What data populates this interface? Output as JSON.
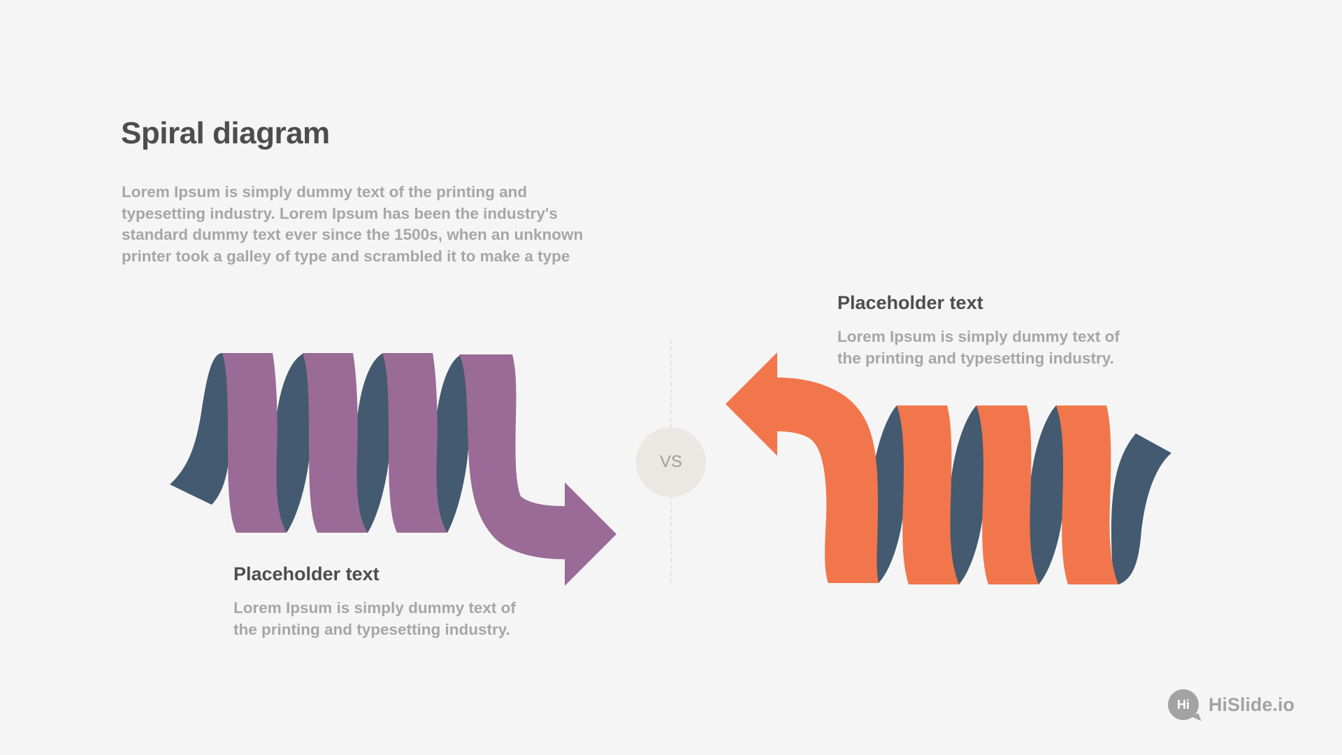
{
  "slide": {
    "title": "Spiral diagram",
    "intro": "Lorem Ipsum is simply dummy text of the printing and typesetting industry. Lorem Ipsum has been the industry's standard dummy text ever since the 1500s, when an unknown printer took a galley of type and scrambled it to make a type"
  },
  "left_block": {
    "title": "Placeholder text",
    "text": "Lorem Ipsum is simply dummy text of the printing and typesetting industry."
  },
  "right_block": {
    "title": "Placeholder text",
    "text": "Lorem Ipsum is simply dummy text of the printing and typesetting industry."
  },
  "vs_label": "VS",
  "colors": {
    "purple": "#9a6b96",
    "orange": "#f2764b",
    "navy": "#435a70",
    "heading": "#4d4d4d",
    "body": "#a6a6a6",
    "vs_circle": "#ebe8e3"
  },
  "logo": {
    "badge": "Hi",
    "text": "HiSlide.io"
  }
}
